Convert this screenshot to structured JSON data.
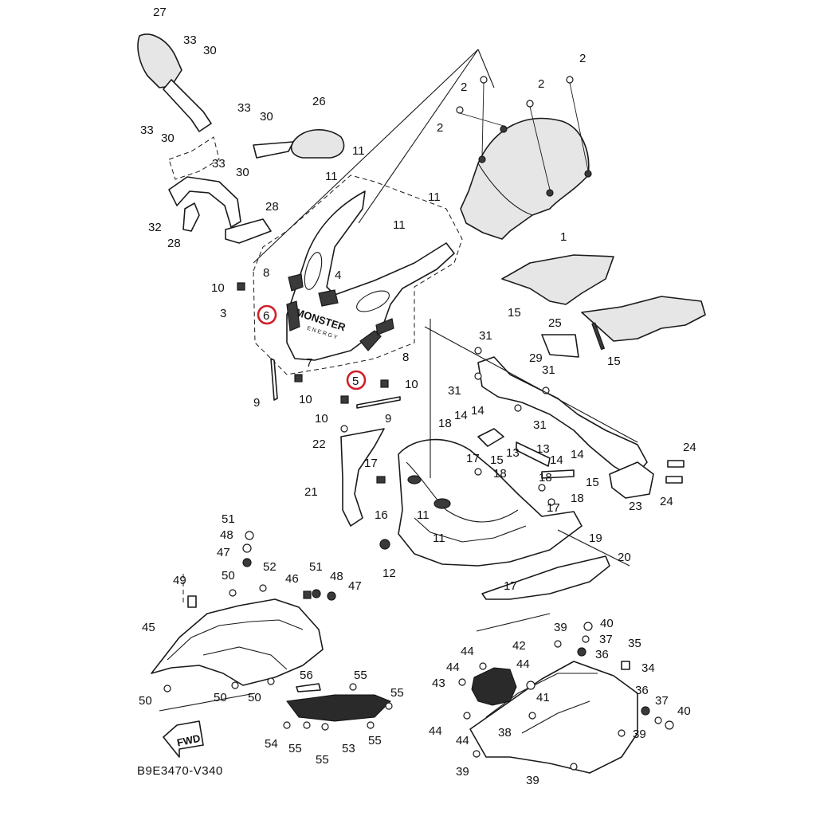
{
  "diagram": {
    "code": "B9E3470-V340",
    "fwd_label": "FWD",
    "logo_text": "MONSTER",
    "logo_subtext": "ENERGY",
    "highlight_color": "#d0202a",
    "highlighted_parts": [
      "5",
      "6"
    ],
    "labels": {
      "1": "1",
      "2": "2",
      "3": "3",
      "4": "4",
      "5": "5",
      "6": "6",
      "7": "7",
      "8": "8",
      "9": "9",
      "10": "10",
      "11": "11",
      "12": "12",
      "13": "13",
      "14": "14",
      "15": "15",
      "16": "16",
      "17": "17",
      "18": "18",
      "19": "19",
      "20": "20",
      "21": "21",
      "22": "22",
      "23": "23",
      "24": "24",
      "25": "25",
      "26": "26",
      "27": "27",
      "28": "28",
      "29": "29",
      "30": "30",
      "31": "31",
      "32": "32",
      "33": "33",
      "34": "34",
      "35": "35",
      "36": "36",
      "37": "37",
      "38": "38",
      "39": "39",
      "40": "40",
      "41": "41",
      "42": "42",
      "43": "43",
      "44": "44",
      "45": "45",
      "46": "46",
      "47": "47",
      "48": "48",
      "49": "49",
      "50": "50",
      "51": "51",
      "52": "52",
      "53": "53",
      "54": "54",
      "55": "55",
      "56": "56"
    }
  }
}
